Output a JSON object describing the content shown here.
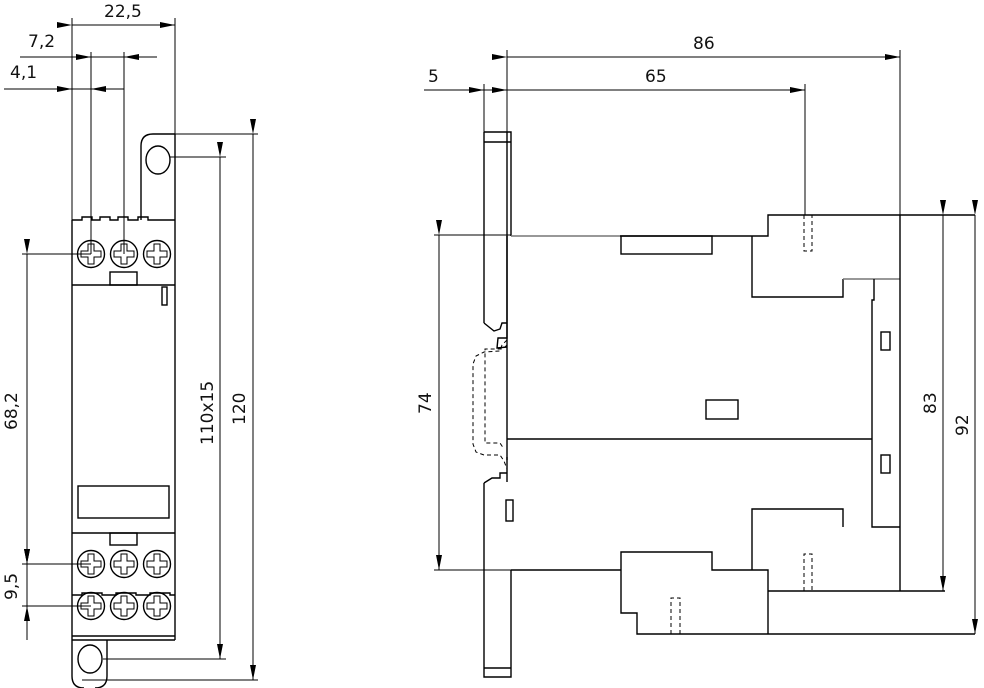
{
  "front_view": {
    "dimensions": {
      "width_total": "22,5",
      "terminal_pitch": "7,2",
      "terminal_offset": "4,1",
      "terminal_row_spacing": "68,2",
      "terminal_level_spacing": "9,5",
      "mounting_holes": "110x15",
      "height_total": "120"
    }
  },
  "side_view": {
    "dimensions": {
      "depth_total": "86",
      "depth_terminal": "65",
      "plate_thickness": "5",
      "height_body": "74",
      "height_terminals": "83",
      "height_total": "92"
    }
  }
}
